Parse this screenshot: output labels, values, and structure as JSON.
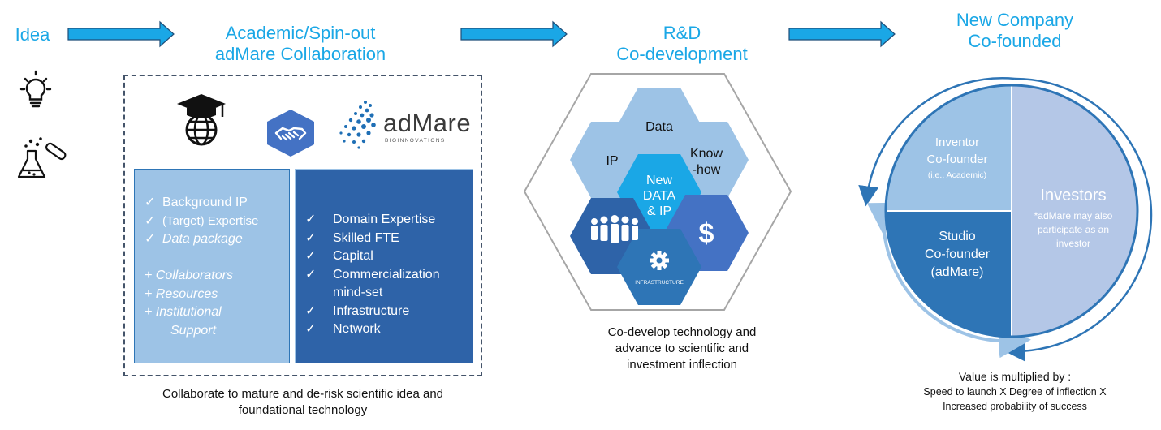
{
  "stage1": {
    "title": "Idea"
  },
  "stage2": {
    "title_line1": "Academic/Spin-out",
    "title_line2": "adMare Collaboration",
    "brand_name": "adMare",
    "brand_sub": "BIOINNOVATIONS",
    "academic_items": [
      "Background IP",
      "(Target) Expertise",
      "Data package"
    ],
    "academic_extras": [
      "+ Collaborators",
      "+ Resources",
      "+ Institutional",
      "Support"
    ],
    "admare_items": [
      "Domain Expertise",
      "Skilled FTE",
      "Capital",
      "Commercialization",
      "mind-set",
      "Infrastructure",
      "Network"
    ],
    "caption_line1": "Collaborate to mature and de-risk scientific idea and",
    "caption_line2": "foundational technology"
  },
  "stage3": {
    "title_line1": "R&D",
    "title_line2": "Co-development",
    "hex_data": "Data",
    "hex_ip": "IP",
    "hex_know_1": "Know",
    "hex_know_2": "-how",
    "hex_center_1": "New",
    "hex_center_2": "DATA",
    "hex_center_3": "& IP",
    "hex_dollar": "$",
    "hex_infra": "INFRASTRUCTURE",
    "caption_line1": "Co-develop technology and",
    "caption_line2": "advance to scientific and",
    "caption_line3": "investment inflection"
  },
  "stage4": {
    "title_line1": "New Company",
    "title_line2": "Co-founded",
    "inventor_1": "Inventor",
    "inventor_2": "Co-founder",
    "inventor_3": "(i.e., Academic)",
    "studio_1": "Studio",
    "studio_2": "Co-founder",
    "studio_3": "(adMare)",
    "investors_title": "Investors",
    "investors_note_1": "*adMare may also",
    "investors_note_2": "participate as an",
    "investors_note_3": "investor",
    "value_line1": "Value is multiplied by :",
    "value_line2": "Speed to launch X Degree of inflection X",
    "value_line3": "Increased probability of success"
  },
  "colors": {
    "accent": "#1aa7e6",
    "light_blue": "#9dc3e6",
    "mid_blue": "#4472c4",
    "dark_blue": "#2e75b6",
    "pale_blue": "#b4c7e7"
  }
}
